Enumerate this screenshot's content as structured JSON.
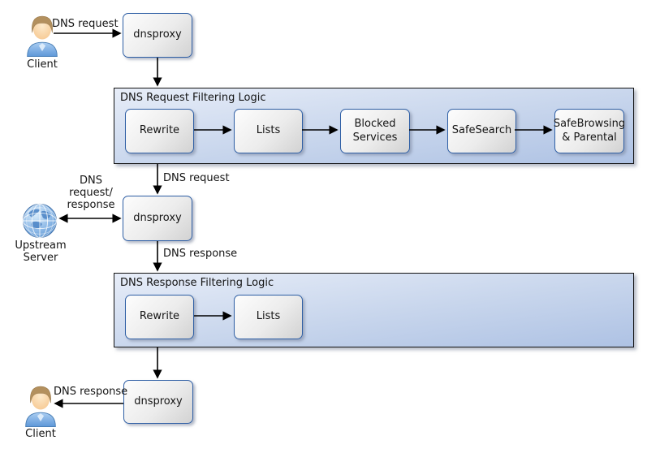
{
  "diagram": {
    "actors": {
      "client_top": "Client",
      "client_bottom": "Client",
      "upstream_server": "Upstream Server"
    },
    "proxies": {
      "top": "dnsproxy",
      "middle": "dnsproxy",
      "bottom": "dnsproxy"
    },
    "request_pipeline": {
      "title": "DNS Request Filtering Logic",
      "stages": [
        "Rewrite",
        "Lists",
        "Blocked Services",
        "SafeSearch",
        "SafeBrowsing & Parental"
      ]
    },
    "response_pipeline": {
      "title": "DNS Response Filtering Logic",
      "stages": [
        "Rewrite",
        "Lists"
      ]
    },
    "edge_labels": {
      "client_request": "DNS request",
      "filtered_request": "DNS request",
      "upstream_exchange": "DNS request/ response",
      "upstream_response": "DNS response",
      "client_response": "DNS response"
    },
    "colors": {
      "node_border": "#2f5fa5",
      "container_bg_light": "#e7edf8",
      "container_bg_dark": "#aec2e4",
      "arrow": "#000000",
      "globe": "#6fa4d8",
      "shirt": "#6f9fdd",
      "hair": "#b3905e"
    }
  }
}
